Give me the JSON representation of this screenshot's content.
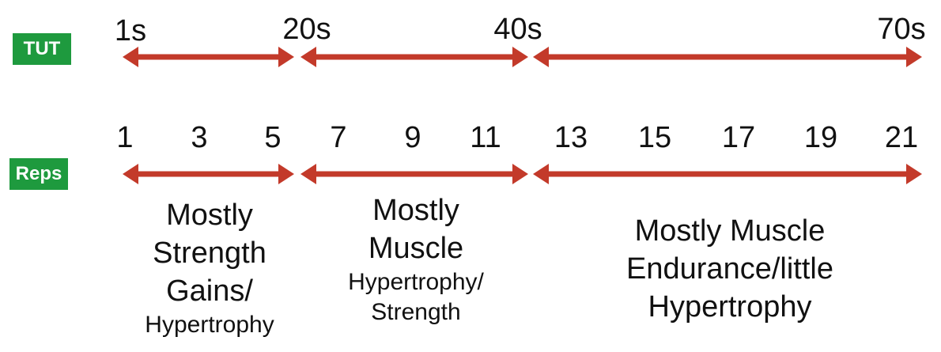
{
  "arrow_color": "#c33a2a",
  "badge_color": "#1e9a3e",
  "rows": {
    "tut": {
      "label": "TUT",
      "ticks": [
        "1s",
        "20s",
        "40s",
        "70s"
      ]
    },
    "reps": {
      "label": "Reps",
      "ticks": [
        "1",
        "3",
        "5",
        "7",
        "9",
        "11",
        "13",
        "15",
        "17",
        "19",
        "21"
      ]
    }
  },
  "zones": [
    {
      "lines_big": [
        "Mostly",
        "Strength",
        "Gains/"
      ],
      "lines_small": [
        "Hypertrophy"
      ]
    },
    {
      "lines_big": [
        "Mostly",
        "Muscle"
      ],
      "lines_small": [
        "Hypertrophy/",
        "Strength"
      ]
    },
    {
      "lines_big": [
        "Mostly Muscle",
        "Endurance/little",
        "Hypertrophy"
      ],
      "lines_small": []
    }
  ]
}
